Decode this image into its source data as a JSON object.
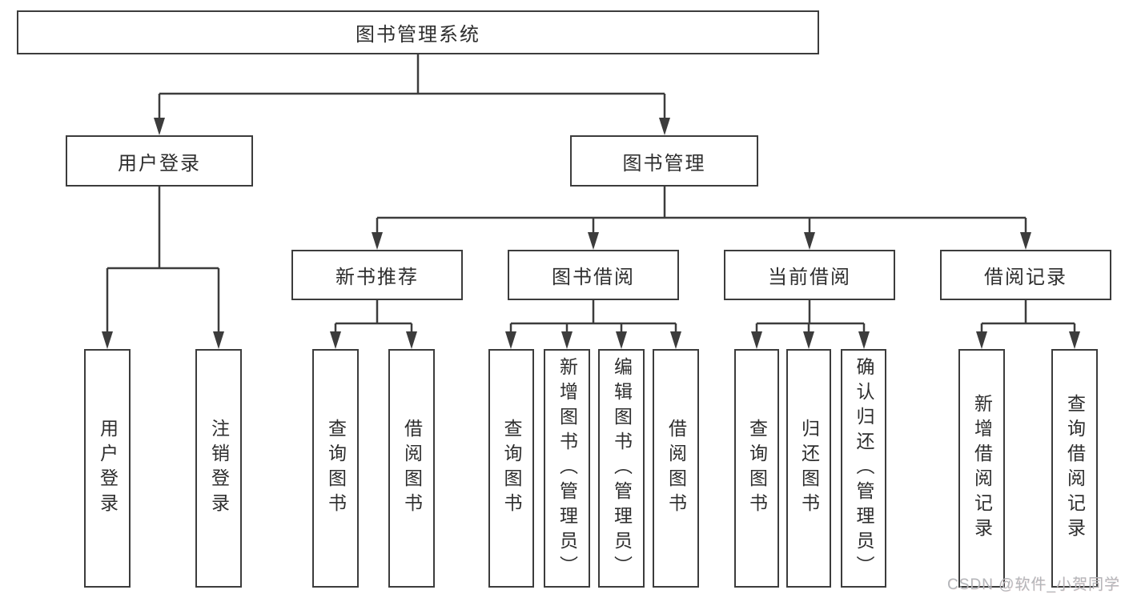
{
  "diagram": {
    "title": "图书管理系统",
    "nodes": {
      "root": {
        "label": "图书管理系统"
      },
      "user_login": {
        "label": "用户登录"
      },
      "book_management": {
        "label": "图书管理"
      },
      "leaf_user_login": {
        "label": "用户登录"
      },
      "leaf_logout": {
        "label": "注销登录"
      },
      "new_book_recommend": {
        "label": "新书推荐"
      },
      "book_borrow": {
        "label": "图书借阅"
      },
      "current_borrow": {
        "label": "当前借阅"
      },
      "borrow_records": {
        "label": "借阅记录"
      },
      "nb_query_books": {
        "label": "查询图书"
      },
      "nb_borrow_books": {
        "label": "借阅图书"
      },
      "bb_query_books": {
        "label": "查询图书"
      },
      "bb_add_books": {
        "label": "新增图书（管理员）"
      },
      "bb_edit_books": {
        "label": "编辑图书（管理员）"
      },
      "bb_borrow_books": {
        "label": "借阅图书"
      },
      "cb_query_books": {
        "label": "查询图书"
      },
      "cb_return_books": {
        "label": "归还图书"
      },
      "cb_confirm_return": {
        "label": "确认归还（管理员）"
      },
      "br_add_record": {
        "label": "新增借阅记录"
      },
      "br_query_record": {
        "label": "查询借阅记录"
      }
    },
    "hierarchy": [
      {
        "parent": "图书管理系统",
        "children": [
          "用户登录",
          "图书管理"
        ]
      },
      {
        "parent": "用户登录",
        "children": [
          "用户登录",
          "注销登录"
        ]
      },
      {
        "parent": "图书管理",
        "children": [
          "新书推荐",
          "图书借阅",
          "当前借阅",
          "借阅记录"
        ]
      },
      {
        "parent": "新书推荐",
        "children": [
          "查询图书",
          "借阅图书"
        ]
      },
      {
        "parent": "图书借阅",
        "children": [
          "查询图书",
          "新增图书（管理员）",
          "编辑图书（管理员）",
          "借阅图书"
        ]
      },
      {
        "parent": "当前借阅",
        "children": [
          "查询图书",
          "归还图书",
          "确认归还（管理员）"
        ]
      },
      {
        "parent": "借阅记录",
        "children": [
          "新增借阅记录",
          "查询借阅记录"
        ]
      }
    ],
    "colors": {
      "line": "#3c3c3c",
      "box_border": "#3c3c3c",
      "text": "#2e2e2e",
      "background": "#ffffff",
      "watermark": "#b4b7bb"
    }
  },
  "watermark": {
    "text": "CSDN @软件_小贺同学"
  }
}
